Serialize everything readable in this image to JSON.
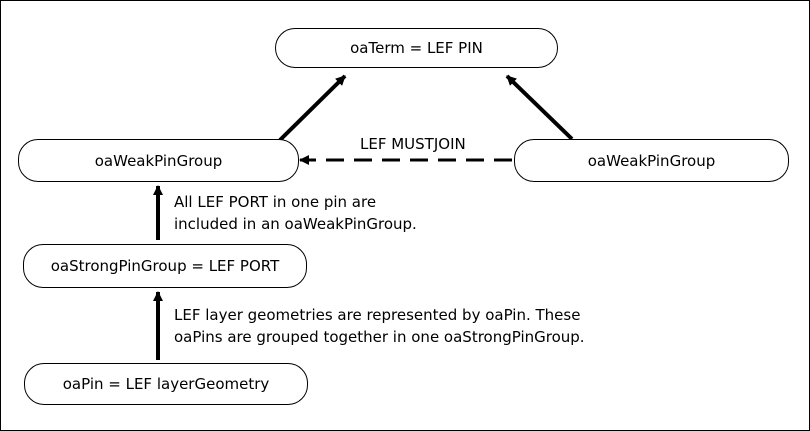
{
  "nodes": {
    "term": "oaTerm = LEF PIN",
    "weak_left": "oaWeakPinGroup",
    "weak_right": "oaWeakPinGroup",
    "strong": "oaStrongPinGroup = LEF PORT",
    "pin": "oaPin = LEF layerGeometry"
  },
  "edge_labels": {
    "mustjoin": "LEF MUSTJOIN"
  },
  "notes": {
    "port_line1": "All LEF PORT in one pin are",
    "port_line2": "included in an oaWeakPinGroup.",
    "geom_line1": "LEF layer geometries are represented by oaPin. These",
    "geom_line2": "oaPins are grouped together in one oaStrongPinGroup."
  },
  "colors": {
    "stroke": "#000000",
    "background": "#ffffff"
  }
}
